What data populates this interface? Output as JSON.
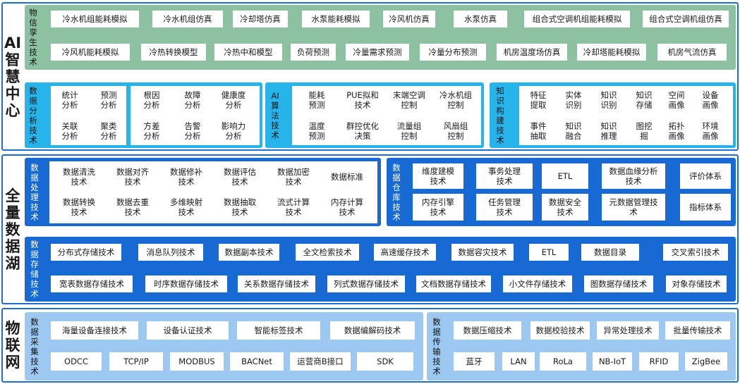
{
  "sections": {
    "ai": "AI智慧中心",
    "lake": "全量数据湖",
    "iot": "物联网"
  },
  "twin": {
    "label": "物信孪生技术",
    "row1": [
      "冷水机组能耗模拟",
      "冷水机组仿真",
      "冷却塔仿真",
      "水泵能耗模拟",
      "冷风机仿真",
      "水泵仿真",
      "组合式空调机组能耗模拟",
      "组合式空调机组仿真"
    ],
    "row2": [
      "冷风机能耗模拟",
      "冷热转换模型",
      "冷热中和模型",
      "负荷预测",
      "冷量需求预测",
      "冷量分布预测",
      "机房温度场仿真",
      "冷却塔能耗模拟",
      "机房气流仿真"
    ]
  },
  "analysis": {
    "label": "数据分析技术",
    "group1": [
      "统计\n分析",
      "预测\n分析",
      "关联\n分析",
      "聚类\n分析"
    ],
    "group2": [
      "根因\n分析",
      "故障\n分析",
      "健康度\n分析",
      "方差\n分析",
      "告警\n分析",
      "影响力\n分析"
    ]
  },
  "algo": {
    "label": "AI算法技术",
    "items": [
      "能耗\n预测",
      "PUE拟和\n技术",
      "末端空调\n控制",
      "冷水机组\n控制",
      "温度\n预测",
      "群控优化\n决策",
      "流量组\n控制",
      "风扇组\n控制"
    ]
  },
  "knowledge": {
    "label": "知识构建技术",
    "items": [
      "特征\n提取",
      "实体\n识别",
      "知识\n识别",
      "知识\n存储",
      "空间\n画像",
      "设备\n画像",
      "事件\n抽取",
      "知识\n融合",
      "知识\n推理",
      "图挖\n掘",
      "拓扑\n画像",
      "环境\n画像"
    ]
  },
  "processing": {
    "label": "数据处理技术",
    "items": [
      "数据清洗\n技术",
      "数据对齐\n技术",
      "数据修补\n技术",
      "数据评估\n技术",
      "数据加密\n技术",
      "数据标准",
      "数据转换\n技术",
      "数据去重\n技术",
      "多维映射\n技术",
      "数据抽取\n技术",
      "流式计算\n技术",
      "内存计算\n技术"
    ]
  },
  "warehouse": {
    "label": "数据仓库技术",
    "items": [
      "维度建模\n技术",
      "事务处理\n技术",
      "ETL",
      "数据血缘分析\n技术",
      "评价体系",
      "内存引擎\n技术",
      "任务管理\n技术",
      "数据安全\n技术",
      "元数据管理技\n术",
      "指标体系"
    ]
  },
  "storage": {
    "label": "数据存储技术",
    "row1": [
      "分布式存储技术",
      "消息队列技术",
      "数据副本技术",
      "全文检索技术",
      "高速缓存技术",
      "数据容灾技术",
      "ETL",
      "数据目录",
      "交叉索引技术"
    ],
    "row2": [
      "宽表数据存储技术",
      "时序数据存储技术",
      "关系数据存储技术",
      "列式数据存储技术",
      "文档数据存储技术",
      "小文件存储技术",
      "图数据存储技术",
      "对象存储技术"
    ]
  },
  "collection": {
    "label": "数据采集技术",
    "row1": [
      "海量设备连接技术",
      "设备认证技术",
      "智能标签技术",
      "数据编解码技术"
    ],
    "row2": [
      "ODCC",
      "TCP/IP",
      "MODBUS",
      "BACNet",
      "运营商B接口",
      "SDK"
    ]
  },
  "transport": {
    "label": "数据传输技术",
    "row1": [
      "数据压缩技术",
      "数据校验技术",
      "异常处理技术",
      "批量传输技术"
    ],
    "row2": [
      "蓝牙",
      "LAN",
      "RoLa",
      "NB-IoT",
      "RFID",
      "ZigBee"
    ]
  },
  "colors": {
    "frame": "#1f6fd0",
    "green": "#8cc1a1",
    "cyan": "#26b4ea",
    "blue": "#1769d4",
    "light_blue": "#9cc8f2"
  }
}
